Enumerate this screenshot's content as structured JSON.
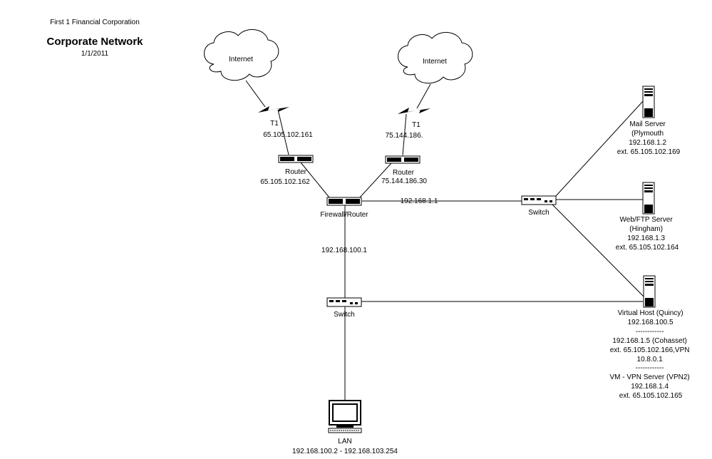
{
  "header": {
    "company": "First 1 Financial Corporation",
    "title": "Corporate Network",
    "date": "1/1/2011"
  },
  "clouds": [
    {
      "label": "Internet"
    },
    {
      "label": "Internet"
    }
  ],
  "links": [
    {
      "label": "T1",
      "ip": "65.105.102.161"
    },
    {
      "label": "T1",
      "ip": "75.144.186."
    }
  ],
  "routers": [
    {
      "label": "Router",
      "ip": "65.105.102.162"
    },
    {
      "label": "Router",
      "ip": "75.144.186.30"
    }
  ],
  "firewall": {
    "label": "Firewall/Router",
    "inside_ip": "192.168.1.1",
    "lan_ip": "192.168.100.1"
  },
  "switch_dmz": {
    "label": "Switch"
  },
  "switch_lan": {
    "label": "Switch"
  },
  "servers": {
    "mail": {
      "lines": [
        "Mail Server",
        "(Plymouth",
        "192.168.1.2",
        "ext. 65.105.102.169"
      ]
    },
    "web": {
      "lines": [
        "Web/FTP Server",
        "(Hingham)",
        "192.168.1.3",
        "ext. 65.105.102.164"
      ]
    },
    "vhost": {
      "lines": [
        "Virtual Host (Quincy)",
        "192.168.100.5",
        "------------",
        "192.168.1.5 (Cohasset)",
        "ext. 65.105.102.166,VPN",
        "10.8.0.1",
        "------------",
        "VM - VPN Server (VPN2)",
        "192.168.1.4",
        "ext. 65.105.102.165"
      ]
    }
  },
  "lan": {
    "label": "LAN",
    "range": "192.168.100.2 - 192.168.103.254"
  }
}
